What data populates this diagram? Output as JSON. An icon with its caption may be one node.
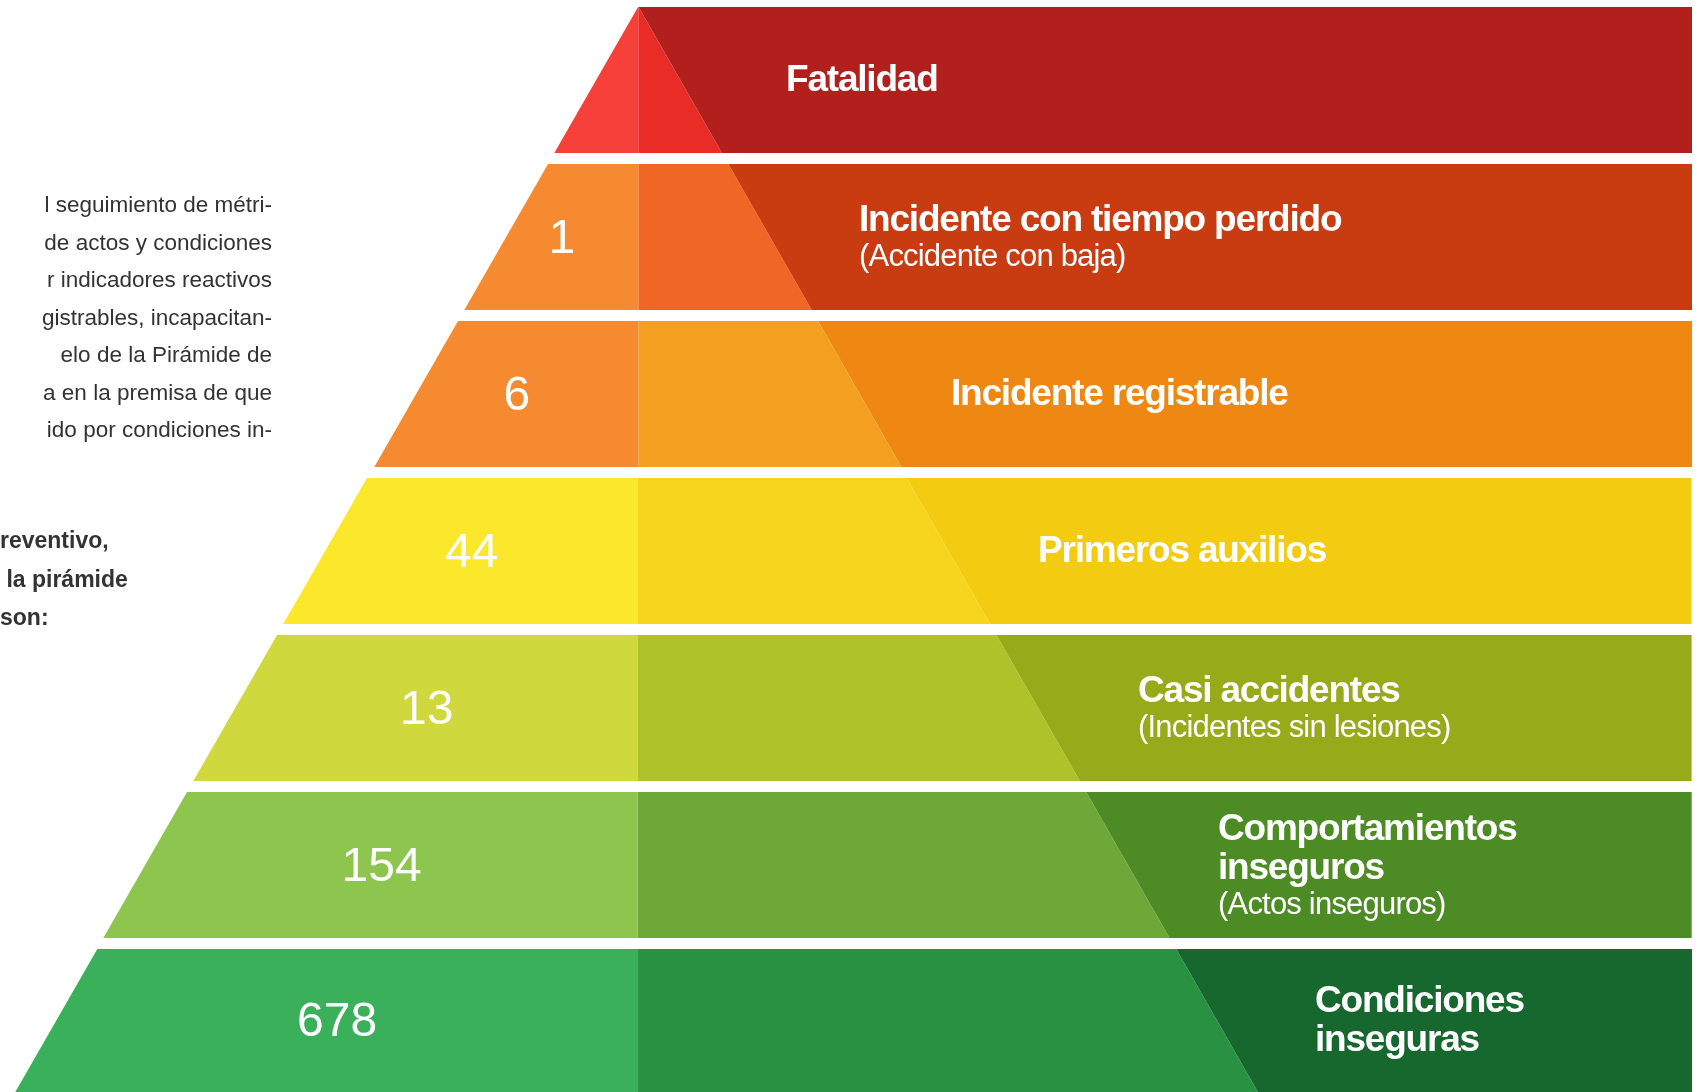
{
  "diagram": {
    "nodes": [
      {
        "text": [
          "Fatalidad"
        ]
      },
      {
        "text": [
          "1",
          "Incidente con tiempo perdido",
          "(Accidente con baja)"
        ]
      },
      {
        "text": [
          "6",
          "Incidente registrable"
        ]
      },
      {
        "text": [
          "44",
          "Primeros auxilios"
        ]
      },
      {
        "text": [
          "13",
          "Casi accidentes",
          "(Incidentes sin lesiones)"
        ]
      },
      {
        "text": [
          "154",
          "Comportamientos inseguros",
          "(Actos inseguros)"
        ]
      },
      {
        "text": [
          "678",
          "Condiciones inseguras"
        ]
      }
    ],
    "labels": [
      "l seguimiento de métri-",
      "de actos y condiciones",
      "r indicadores reactivos",
      "gistrables, incapacitan-",
      "elo de la Pirámide de",
      "a en la premisa de que",
      "ido por condiciones in-",
      "reventivo,",
      " la pirámide",
      "son:"
    ]
  }
}
